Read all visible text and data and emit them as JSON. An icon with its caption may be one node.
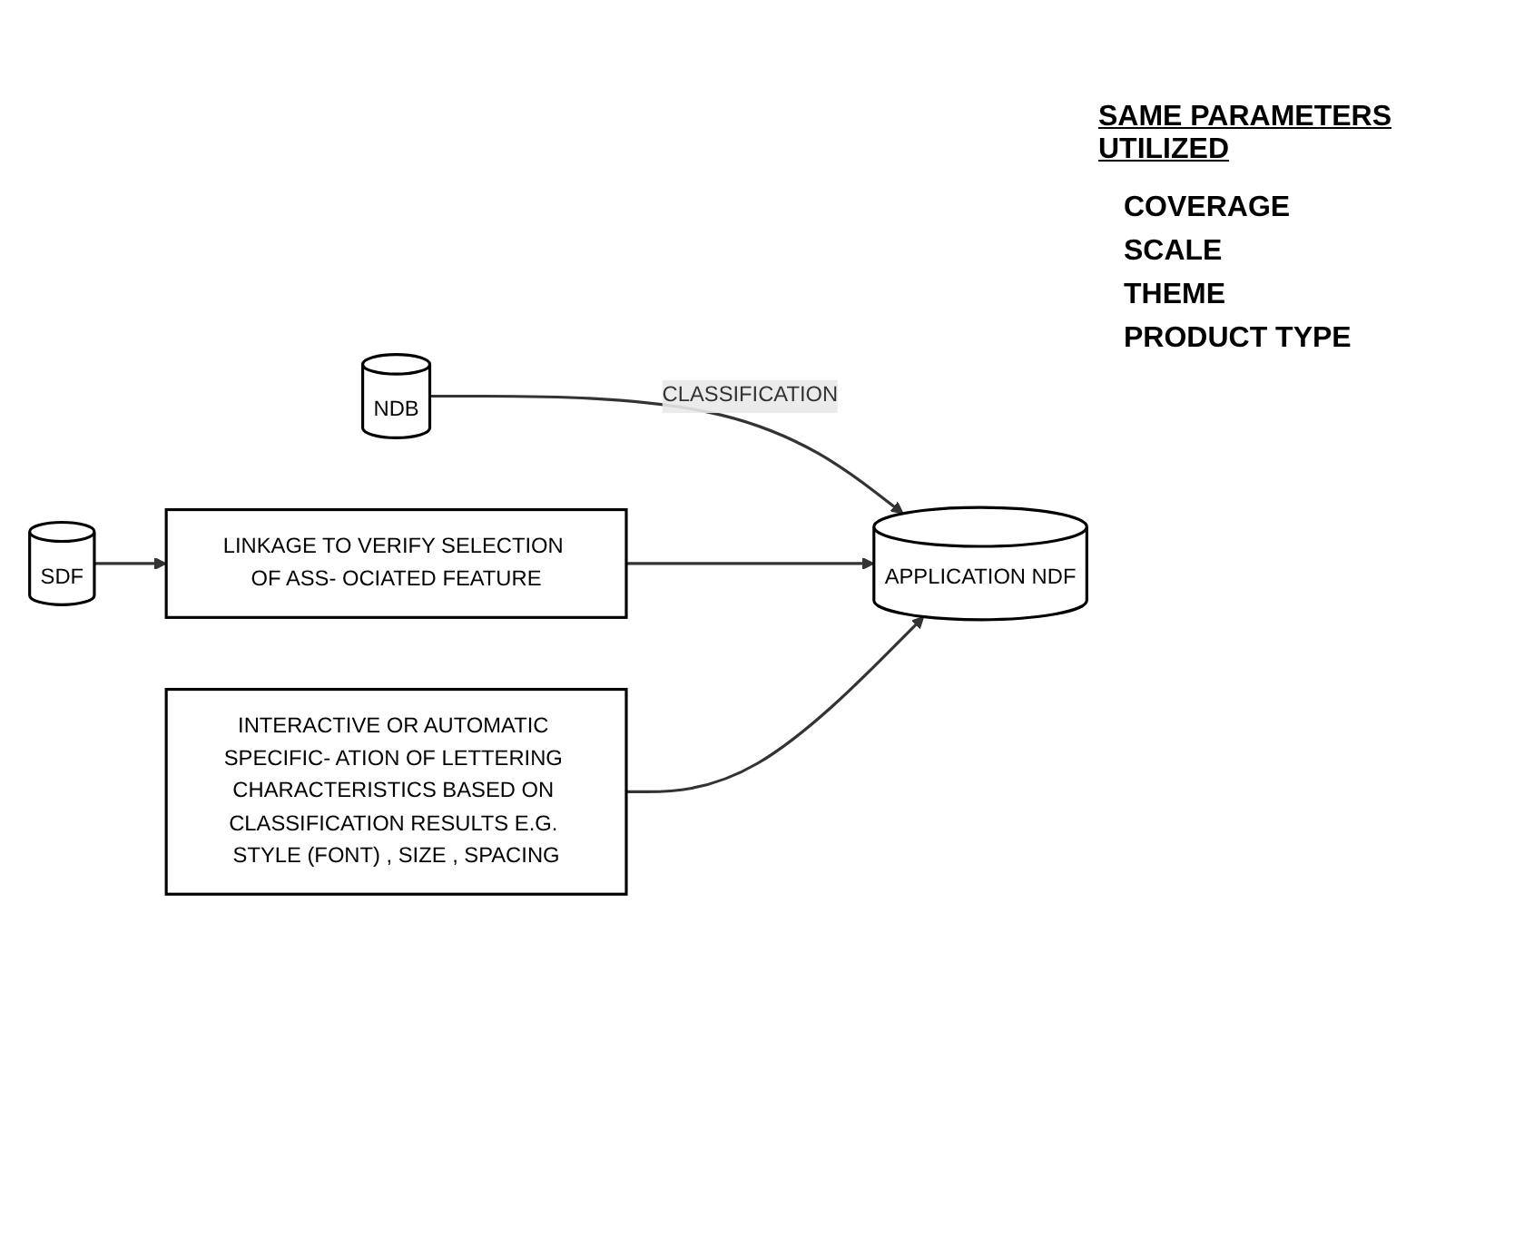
{
  "diagram": {
    "nodes": [
      {
        "text": [
          "NDB"
        ]
      },
      {
        "text": [
          "SDF"
        ]
      },
      {
        "text": [
          "LINKAGE TO VERIFY SELECTION OF ASS- OCIATED FEATURE"
        ]
      },
      {
        "text": [
          "APPLICATION NDF"
        ]
      },
      {
        "text": [
          "INTERACTIVE OR AUTOMATIC SPECIFIC- ATION OF LETTERING CHARACTERISTICS BASED ON CLASSIFICATION RESULTS E.G. STYLE (FONT) , SIZE , SPACING"
        ]
      }
    ],
    "edges": [
      {
        "from": 0,
        "to": 3,
        "arrow": "to",
        "label": "CLASSIFICATION"
      },
      {
        "from": 1,
        "to": 2,
        "arrow": "to"
      },
      {
        "from": 2,
        "to": 3,
        "arrow": "to"
      },
      {
        "from": 4,
        "to": 3,
        "arrow": "to"
      }
    ],
    "labels": [
      "SAME PARAMETERS UTILIZED",
      "COVERAGE",
      "SCALE",
      "THEME",
      "PRODUCT TYPE"
    ]
  }
}
